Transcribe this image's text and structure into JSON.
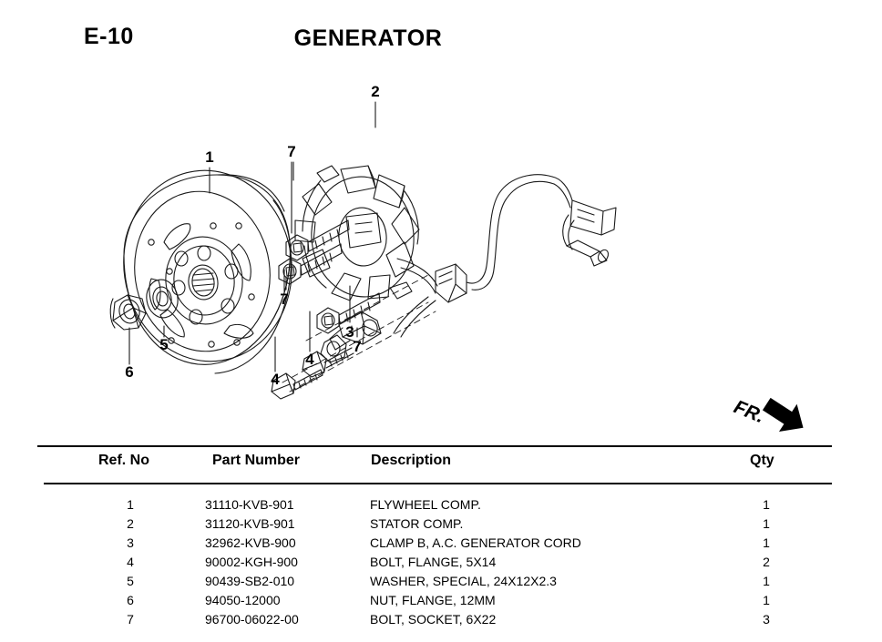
{
  "header": {
    "page_code": "E-10",
    "title": "GENERATOR"
  },
  "diagram": {
    "direction_indicator": {
      "label": "FR.",
      "icon": "arrow-down-right-icon"
    },
    "callouts": [
      {
        "ref": "1",
        "part": "flywheel-comp"
      },
      {
        "ref": "2",
        "part": "stator-comp"
      },
      {
        "ref": "3",
        "part": "clamp-b-generator-cord"
      },
      {
        "ref": "4",
        "part": "bolt-flange-5x14-left"
      },
      {
        "ref": "4",
        "part": "bolt-flange-5x14-right"
      },
      {
        "ref": "5",
        "part": "washer-special"
      },
      {
        "ref": "6",
        "part": "nut-flange-12mm"
      },
      {
        "ref": "7",
        "part": "bolt-socket-6x22-upper"
      },
      {
        "ref": "7",
        "part": "bolt-socket-6x22-middle"
      },
      {
        "ref": "7",
        "part": "bolt-socket-6x22-lower"
      }
    ]
  },
  "table": {
    "columns": [
      "Ref. No",
      "Part Number",
      "Description",
      "Qty"
    ],
    "rows": [
      {
        "ref": "1",
        "part_number": "31110-KVB-901",
        "description": "FLYWHEEL COMP.",
        "qty": "1"
      },
      {
        "ref": "2",
        "part_number": "31120-KVB-901",
        "description": "STATOR COMP.",
        "qty": "1"
      },
      {
        "ref": "3",
        "part_number": "32962-KVB-900",
        "description": "CLAMP B, A.C. GENERATOR CORD",
        "qty": "1"
      },
      {
        "ref": "4",
        "part_number": "90002-KGH-900",
        "description": "BOLT, FLANGE, 5X14",
        "qty": "2"
      },
      {
        "ref": "5",
        "part_number": "90439-SB2-010",
        "description": "WASHER, SPECIAL, 24X12X2.3",
        "qty": "1"
      },
      {
        "ref": "6",
        "part_number": "94050-12000",
        "description": "NUT, FLANGE, 12MM",
        "qty": "1"
      },
      {
        "ref": "7",
        "part_number": "96700-06022-00",
        "description": "BOLT, SOCKET, 6X22",
        "qty": "3"
      }
    ]
  },
  "colors": {
    "ink": "#000000",
    "background": "#ffffff",
    "line": "#1a1a1a"
  }
}
